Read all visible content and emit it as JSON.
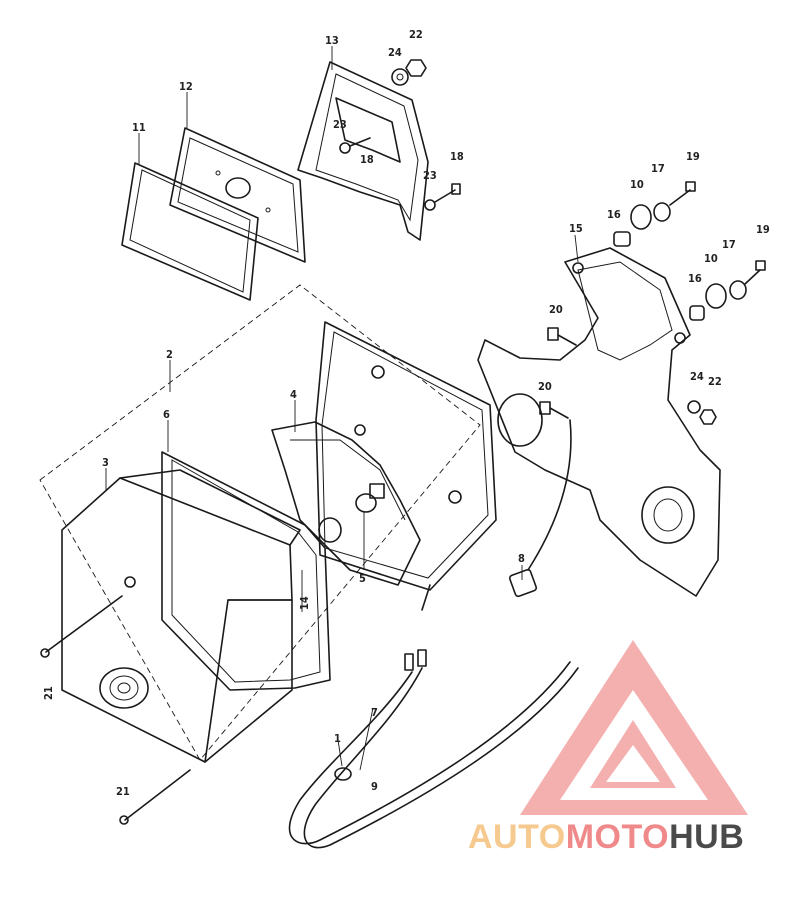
{
  "diagram": {
    "callouts": [
      {
        "id": "c13",
        "text": "13"
      },
      {
        "id": "c24a",
        "text": "24"
      },
      {
        "id": "c22a",
        "text": "22"
      },
      {
        "id": "c12",
        "text": "12"
      },
      {
        "id": "c11",
        "text": "11"
      },
      {
        "id": "c23a",
        "text": "23"
      },
      {
        "id": "c18a",
        "text": "18"
      },
      {
        "id": "c23b",
        "text": "23"
      },
      {
        "id": "c18b",
        "text": "18"
      },
      {
        "id": "c19a",
        "text": "19"
      },
      {
        "id": "c10a",
        "text": "10"
      },
      {
        "id": "c17a",
        "text": "17"
      },
      {
        "id": "c16a",
        "text": "16"
      },
      {
        "id": "c15",
        "text": "15"
      },
      {
        "id": "c19b",
        "text": "19"
      },
      {
        "id": "c17b",
        "text": "17"
      },
      {
        "id": "c10b",
        "text": "10"
      },
      {
        "id": "c16b",
        "text": "16"
      },
      {
        "id": "c20a",
        "text": "20"
      },
      {
        "id": "c2",
        "text": "2"
      },
      {
        "id": "c20b",
        "text": "20"
      },
      {
        "id": "c24b",
        "text": "24"
      },
      {
        "id": "c22b",
        "text": "22"
      },
      {
        "id": "c4",
        "text": "4"
      },
      {
        "id": "c6",
        "text": "6"
      },
      {
        "id": "c3",
        "text": "3"
      },
      {
        "id": "c5",
        "text": "5"
      },
      {
        "id": "c8",
        "text": "8"
      },
      {
        "id": "c14",
        "text": "14"
      },
      {
        "id": "c21a",
        "text": "21"
      },
      {
        "id": "c7",
        "text": "7"
      },
      {
        "id": "c1",
        "text": "1"
      },
      {
        "id": "c9",
        "text": "9"
      },
      {
        "id": "c21b",
        "text": "21"
      }
    ]
  },
  "watermark": {
    "part1": "AUTO",
    "part2": "MOTO",
    "part3": "HUB",
    "color_light": "#f6c98f",
    "color_red": "#f08a8a",
    "color_dark": "#4a4a4a"
  }
}
